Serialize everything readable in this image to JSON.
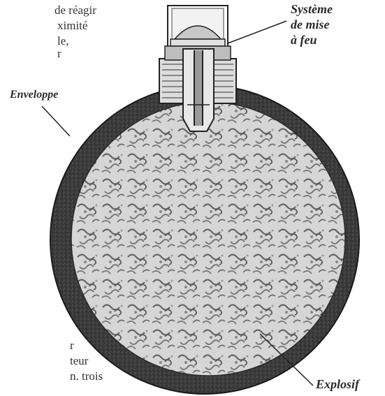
{
  "left_text": {
    "top_lines": [
      "de réagir",
      "ximité",
      "le,",
      "r"
    ],
    "bottom_lines": [
      "r",
      "teur",
      "n, trois"
    ]
  },
  "labels": {
    "system_lines": [
      "Système",
      "de mise",
      "à feu"
    ],
    "envelope": "Enveloppe",
    "explosive": "Explosif"
  },
  "colors": {
    "shell": "#3a3a3a",
    "explosive_fill": "#d4d4d4",
    "explosive_swirl": "#6a6a6a",
    "fuze_metal": "#e6e6e6",
    "ink": "#222222"
  }
}
